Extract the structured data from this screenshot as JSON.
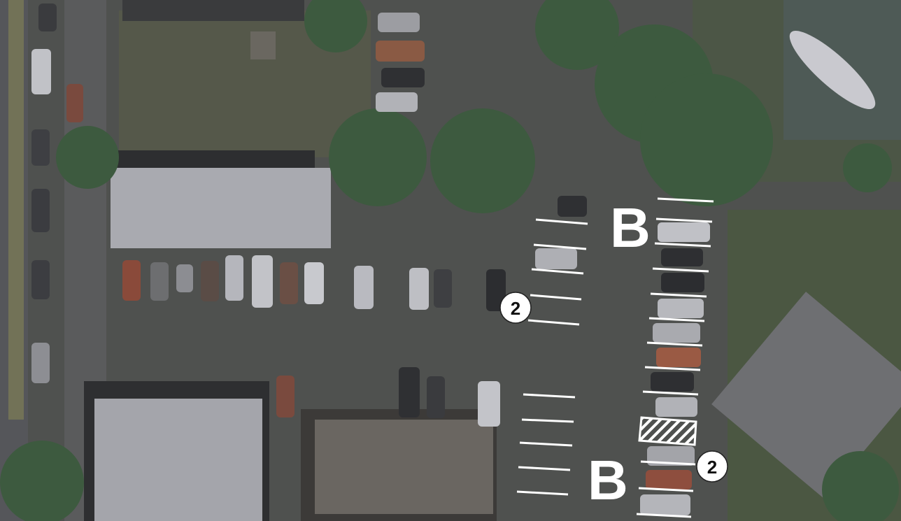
{
  "map": {
    "type": "aerial-parking-map",
    "zone_labels": [
      {
        "id": "zone-b-north",
        "text": "B"
      },
      {
        "id": "zone-b-south",
        "text": "B"
      }
    ],
    "time_limit_badges": [
      {
        "id": "badge-north",
        "text": "2"
      },
      {
        "id": "badge-south",
        "text": "2"
      }
    ],
    "colors": {
      "stall_line": "#ffffff",
      "badge_fill": "#ffffff",
      "badge_text": "#111111",
      "pavement": "#4f514f",
      "roof": "#a9aab0",
      "tree": "#3d5a3f",
      "grass": "#4b5742"
    },
    "features": [
      "parking-stall-lines",
      "hatched-no-parking-area",
      "buildings",
      "trees",
      "parked-cars",
      "sailboat"
    ]
  }
}
